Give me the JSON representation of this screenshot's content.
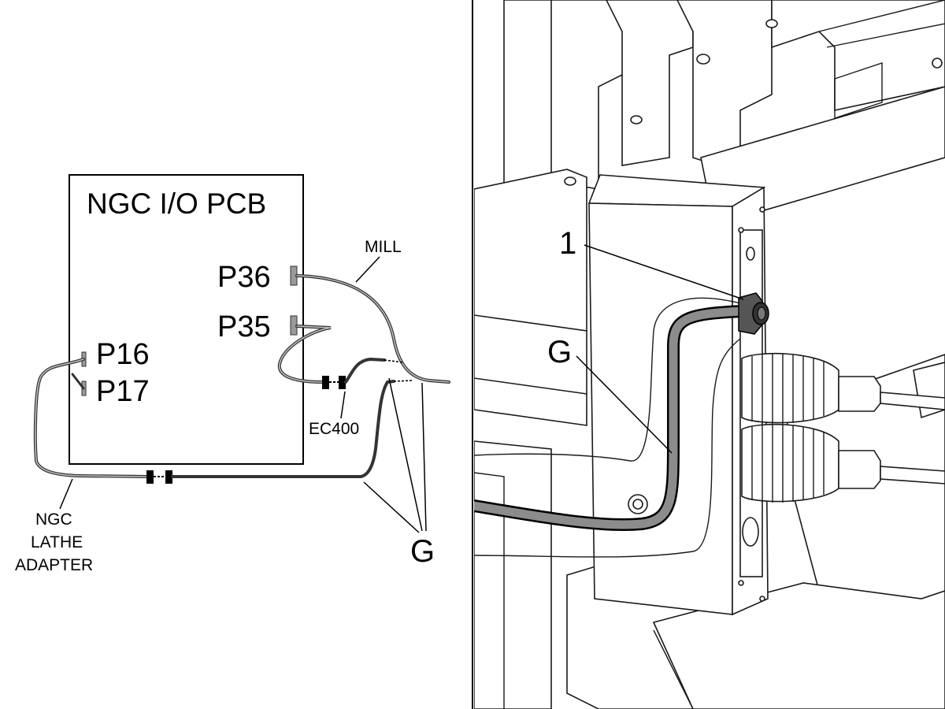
{
  "left_diagram": {
    "board_title": "NGC I/O PCB",
    "connectors": {
      "p36": "P36",
      "p35": "P35",
      "p16": "P16",
      "p17": "P17"
    },
    "cable_labels": {
      "mill": "MILL",
      "ec400": "EC400",
      "adapter_line1": "NGC",
      "adapter_line2": "LATHE",
      "adapter_line3": "ADAPTER"
    },
    "callout": "G"
  },
  "right_diagram": {
    "callout_1": "1",
    "callout_g": "G"
  },
  "colors": {
    "line": "#1a1a1a",
    "cable_fill": "#8c8c8c",
    "connector_fill": "#000000",
    "header_fill": "#9a9a9a",
    "background": "#ffffff"
  }
}
